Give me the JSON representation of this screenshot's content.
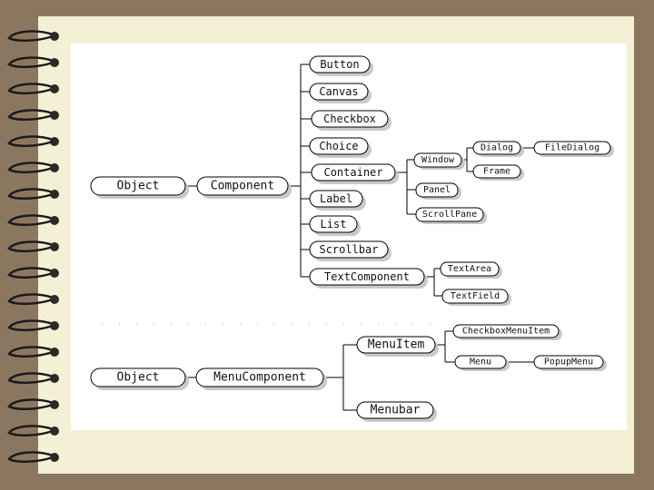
{
  "diagram": {
    "components_tree": {
      "root": "Object",
      "component": "Component",
      "children": [
        "Button",
        "Canvas",
        "Checkbox",
        "Choice",
        "Container",
        "Label",
        "List",
        "Scrollbar",
        "TextComponent"
      ],
      "container_children": [
        "Window",
        "Panel",
        "ScrollPane"
      ],
      "window_children": [
        "Dialog",
        "Frame"
      ],
      "dialog_children": [
        "FileDialog"
      ],
      "text_component_children": [
        "TextArea",
        "TextField"
      ]
    },
    "menu_tree": {
      "root": "Object",
      "menu_component": "MenuComponent",
      "children": [
        "MenuItem",
        "Menubar"
      ],
      "menu_item_children": [
        "CheckboxMenuItem",
        "Menu"
      ],
      "menu_children": [
        "PopupMenu"
      ]
    }
  },
  "colors": {
    "page_background": "#f3f0d6",
    "frame": "#8b7760",
    "canvas": "#ffffff",
    "node_fill": "#ffffff",
    "node_shadow": "#c9c9c9",
    "line": "#000000"
  }
}
